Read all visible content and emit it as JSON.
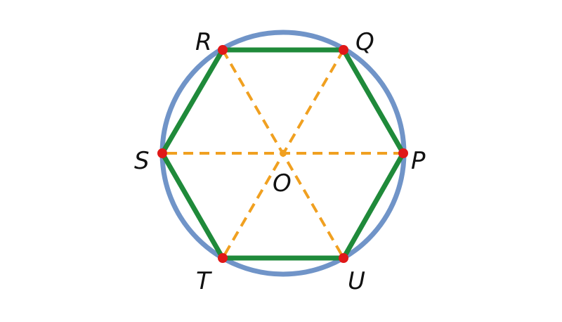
{
  "colors": {
    "circle": "#7094C8",
    "hexagon": "#1F8A3A",
    "radii": "#F0A020",
    "vertex": "#E01818",
    "text": "#111111",
    "background": "#FFFFFF"
  },
  "center": {
    "label": "O"
  },
  "vertices": [
    {
      "id": "P",
      "label": "P"
    },
    {
      "id": "Q",
      "label": "Q"
    },
    {
      "id": "R",
      "label": "R"
    },
    {
      "id": "S",
      "label": "S"
    },
    {
      "id": "T",
      "label": "T"
    },
    {
      "id": "U",
      "label": "U"
    }
  ]
}
